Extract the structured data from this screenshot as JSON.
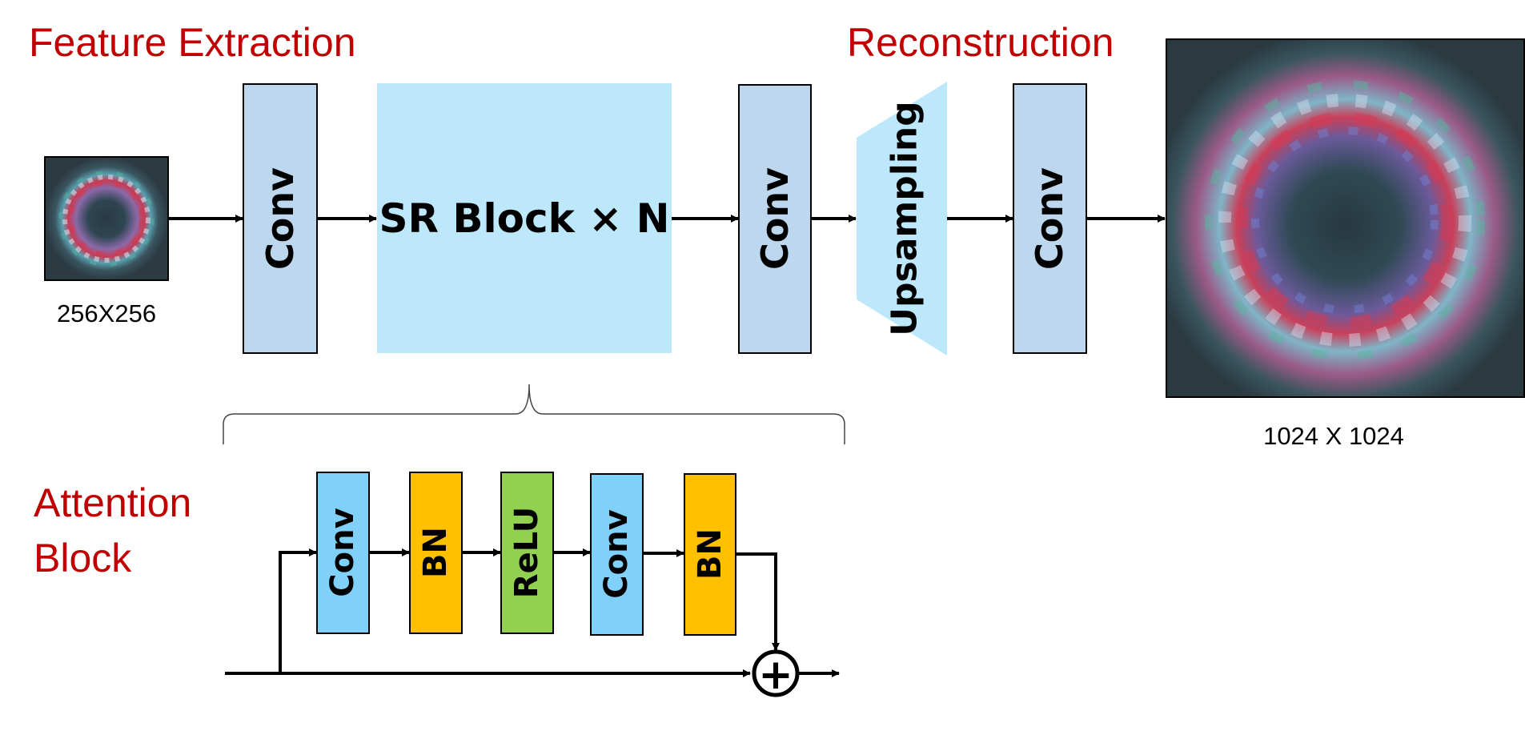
{
  "sections": {
    "feature_extraction": "Feature Extraction",
    "reconstruction": "Reconstruction",
    "attention_block_line1": "Attention",
    "attention_block_line2": "Block"
  },
  "pipeline": {
    "input_caption": "256X256",
    "conv1": "Conv",
    "sr_block": "SR Block × N",
    "conv2": "Conv",
    "upsampling": "Upsampling",
    "conv3": "Conv",
    "output_caption": "1024 X 1024"
  },
  "attention": {
    "conv_a": "Conv",
    "bn_a": "BN",
    "relu": "ReLU",
    "conv_b": "Conv",
    "bn_b": "BN",
    "sum_symbol": "+"
  },
  "colors": {
    "title_red": "#c00000",
    "conv_main": "#bdd7ee",
    "sr_block": "#bde8fc",
    "upsampling": "#bde8fc",
    "conv_attention": "#7fd1fa",
    "bn": "#ffc000",
    "relu": "#92d050"
  },
  "images": {
    "input_icon": "colorful-ring-image-small",
    "output_icon": "colorful-ring-image-large"
  }
}
